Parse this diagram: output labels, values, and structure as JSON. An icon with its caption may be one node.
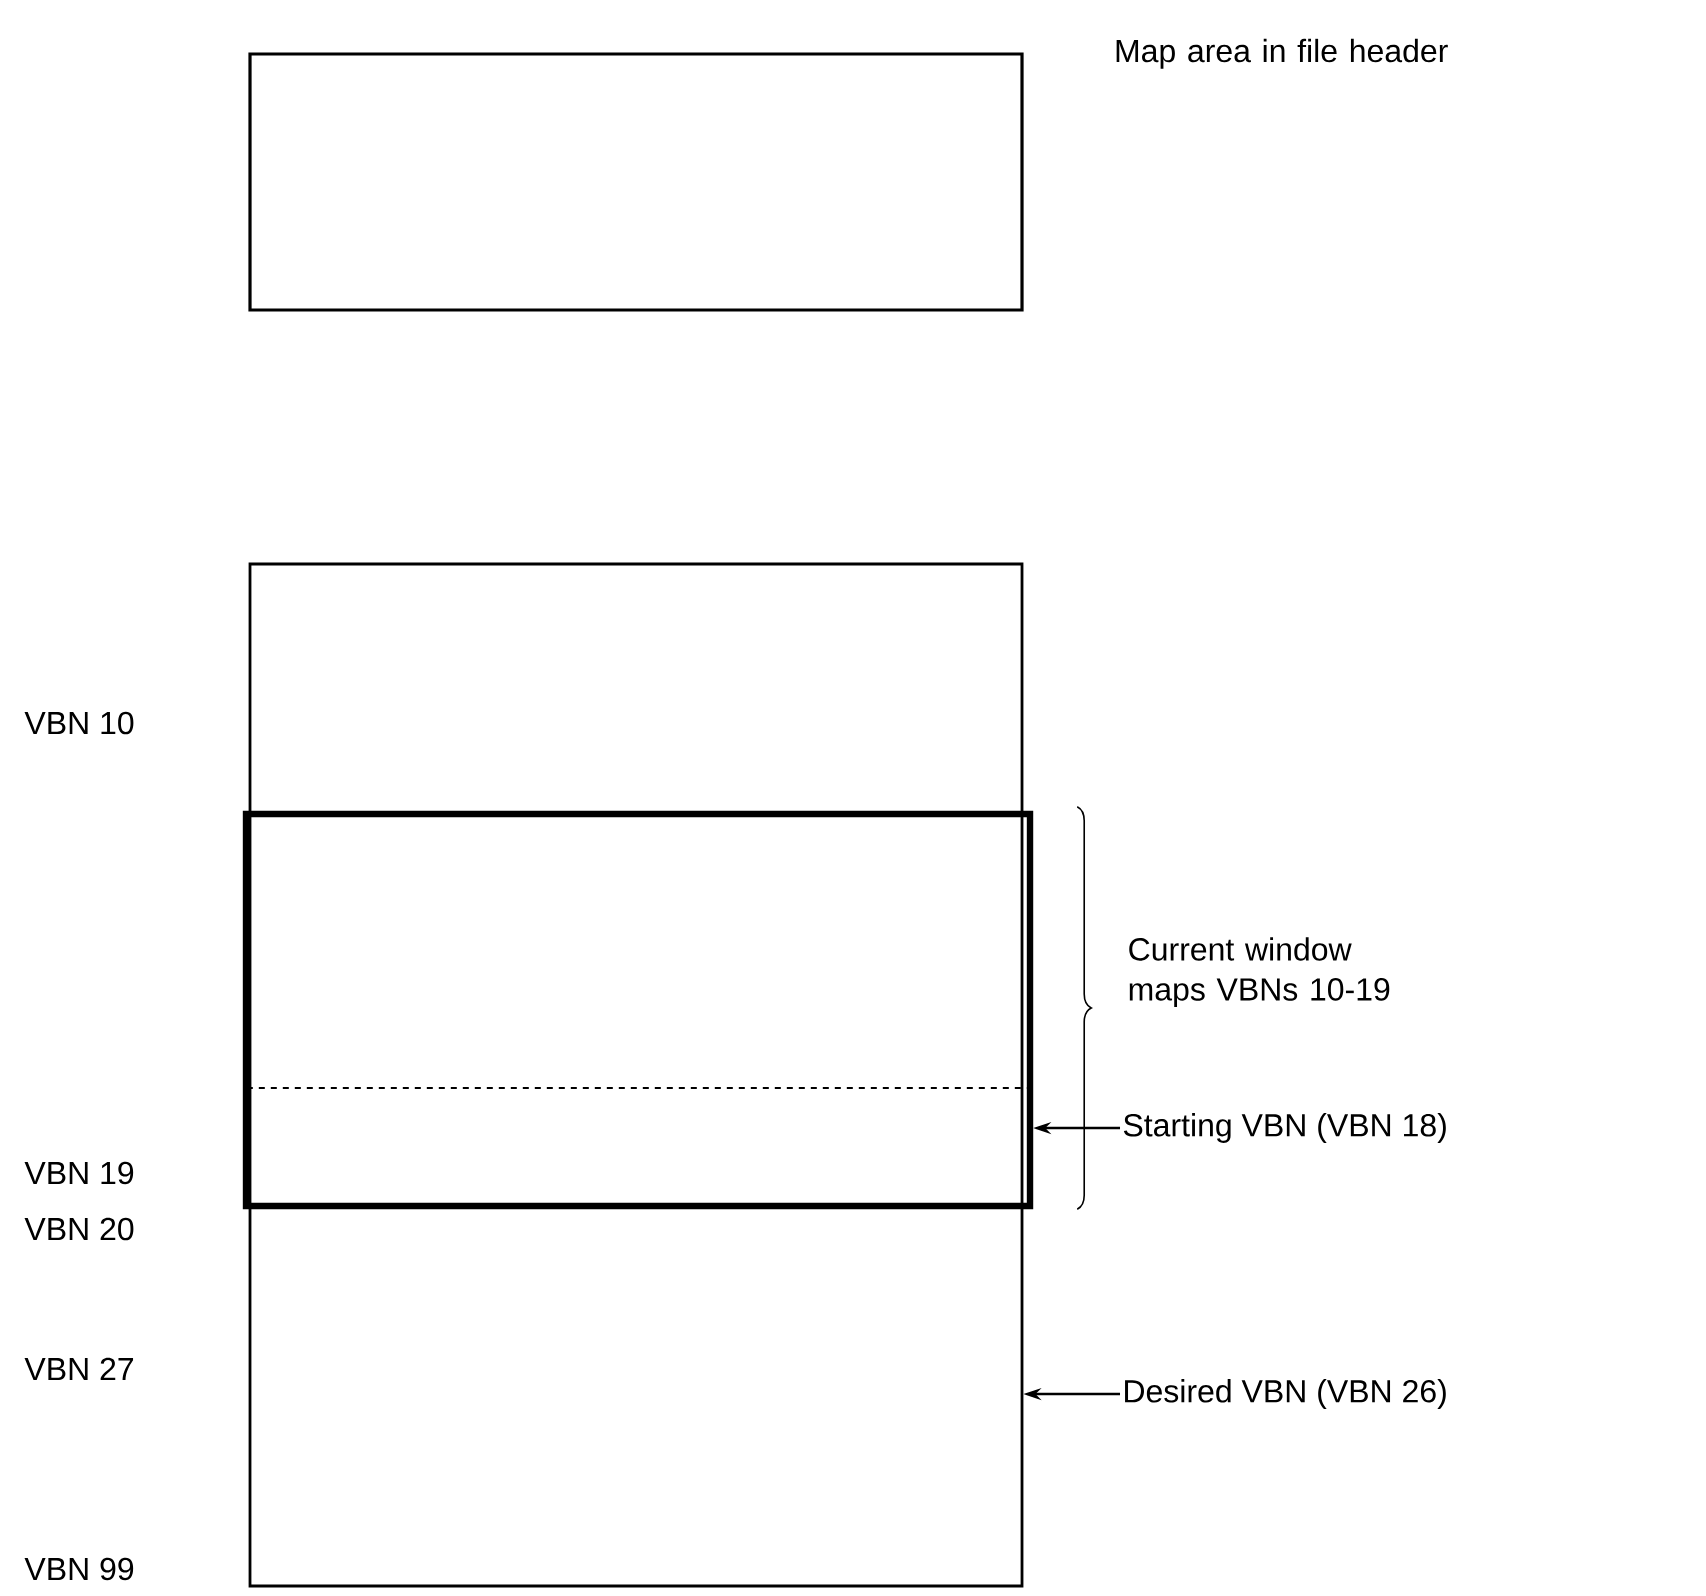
{
  "diagram": {
    "nodes": [
      {
        "text": [],
        "shape": "box",
        "beside": [
          "Map area in file header"
        ]
      },
      {
        "text": [],
        "shape": "box"
      },
      {
        "text": [],
        "shape": "box",
        "in": 1,
        "beside": [
          "Current window maps VBNs 10-19"
        ]
      },
      {
        "text": [
          "Starting VBN (VBN 18)"
        ]
      },
      {
        "text": [
          "Desired VBN (VBN 26)"
        ]
      }
    ],
    "edges": [
      {
        "from": 3,
        "to": 2,
        "arrow": "to"
      },
      {
        "from": 4,
        "to": 1,
        "arrow": "to"
      }
    ],
    "labels": [
      "VBN 10",
      "VBN 19",
      "VBN 20",
      "VBN 27",
      "VBN 99"
    ]
  }
}
